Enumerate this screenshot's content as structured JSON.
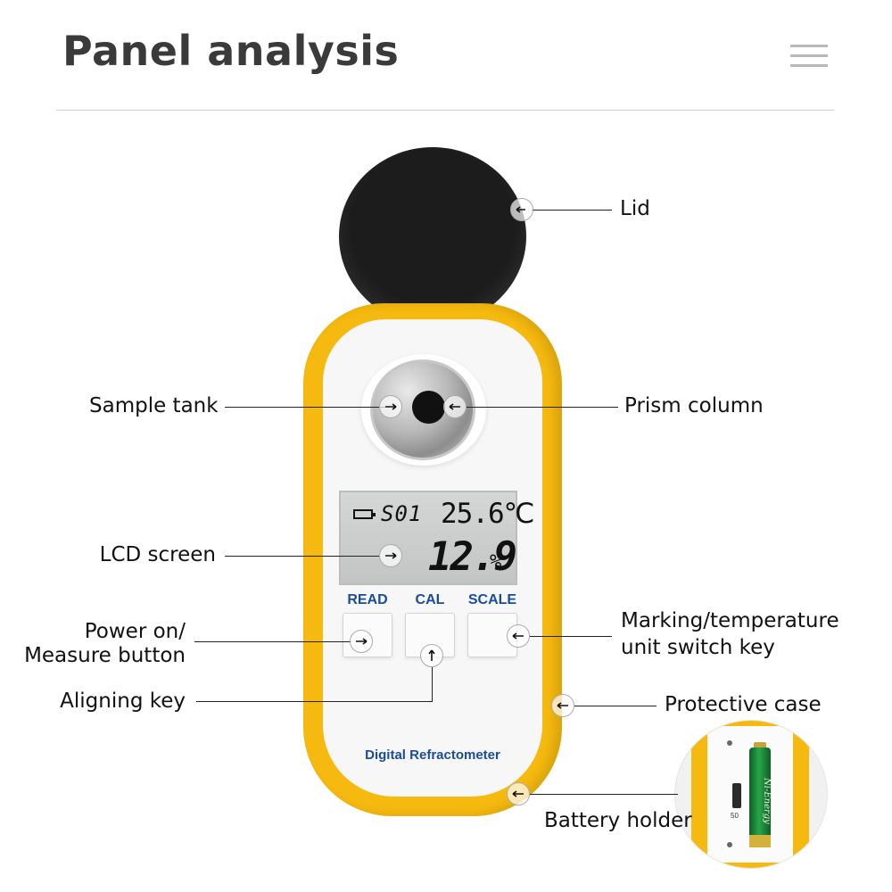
{
  "page": {
    "title": "Panel analysis"
  },
  "device": {
    "lcd": {
      "mode": "S01",
      "temperature": "25.6℃",
      "reading": "12.9",
      "unit": "%"
    },
    "buttons": [
      {
        "label": "READ"
      },
      {
        "label": "CAL"
      },
      {
        "label": "SCALE"
      }
    ],
    "brand": "Digital Refractometer",
    "battery": {
      "brand_text": "Ni-Energy",
      "switch_number": "50"
    }
  },
  "callouts": {
    "lid": "Lid",
    "sample_tank": "Sample tank",
    "prism_column": "Prism column",
    "lcd_screen": "LCD screen",
    "power_button": {
      "line1": "Power on/",
      "line2": "Measure button"
    },
    "marking_key": {
      "line1": "Marking/temperature",
      "line2": "unit switch key"
    },
    "aligning_key": "Aligning key",
    "protective_case": "Protective case",
    "battery_holder": "Battery holder"
  },
  "colors": {
    "case": "#f6b90f",
    "lid": "#1c1c1c",
    "button_text": "#1a4c9c"
  }
}
